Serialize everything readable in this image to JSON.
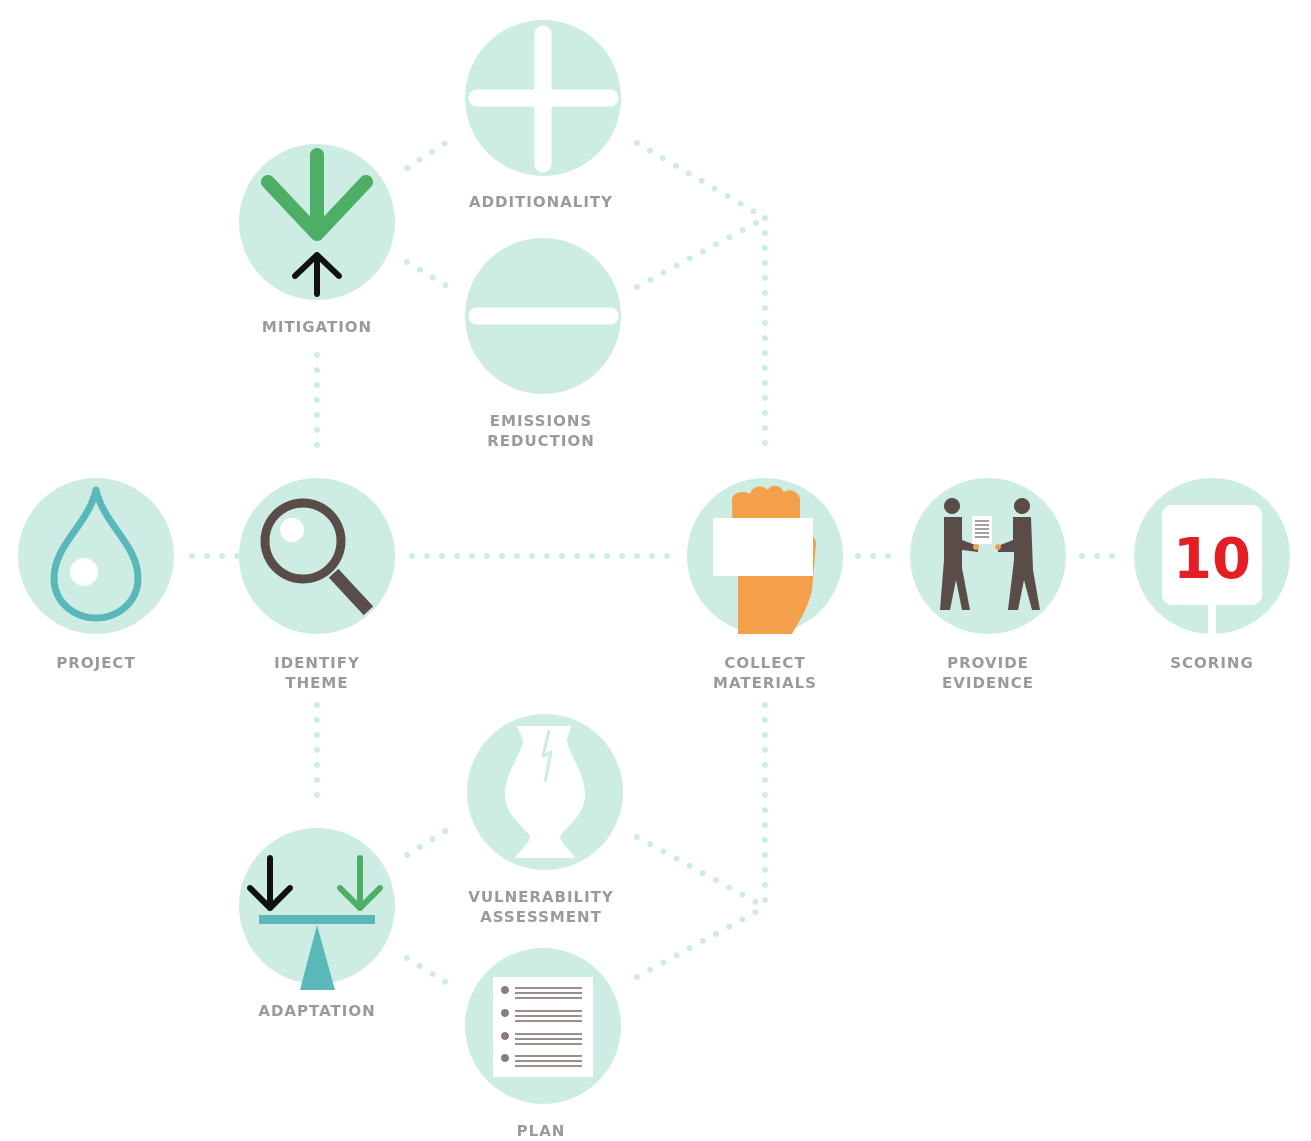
{
  "nodes": {
    "project": {
      "label": [
        "PROJECT"
      ]
    },
    "identify_theme": {
      "label": [
        "IDENTIFY",
        "THEME"
      ]
    },
    "mitigation": {
      "label": [
        "MITIGATION"
      ]
    },
    "additionality": {
      "label": [
        "ADDITIONALITY"
      ]
    },
    "emissions_reduction": {
      "label": [
        "EMISSIONS",
        "REDUCTION"
      ]
    },
    "adaptation": {
      "label": [
        "ADAPTATION"
      ]
    },
    "vulnerability_assessment": {
      "label": [
        "VULNERABILITY",
        "ASSESSMENT"
      ]
    },
    "plan": {
      "label": [
        "PLAN"
      ]
    },
    "collect_materials": {
      "label": [
        "COLLECT",
        "MATERIALS"
      ]
    },
    "provide_evidence": {
      "label": [
        "PROVIDE",
        "EVIDENCE"
      ]
    },
    "scoring": {
      "label": [
        "SCORING"
      ],
      "score": "10"
    }
  },
  "colors": {
    "circle": "#cdece4",
    "label": "#9a9a9a",
    "green": "#4caf65",
    "black": "#111111",
    "brown": "#5a4c48",
    "teal": "#5bb8ba",
    "orange": "#f4a04a",
    "red": "#e31e24"
  },
  "icons": {
    "project": "water-drop-icon",
    "identify_theme": "magnifying-glass-icon",
    "mitigation": "converging-arrows-icon",
    "additionality": "plus-icon",
    "emissions_reduction": "minus-icon",
    "adaptation": "balance-scale-icon",
    "vulnerability_assessment": "cracked-vase-icon",
    "plan": "document-list-icon",
    "collect_materials": "hand-holding-card-icon",
    "provide_evidence": "people-exchanging-document-icon",
    "scoring": "score-card-icon"
  }
}
